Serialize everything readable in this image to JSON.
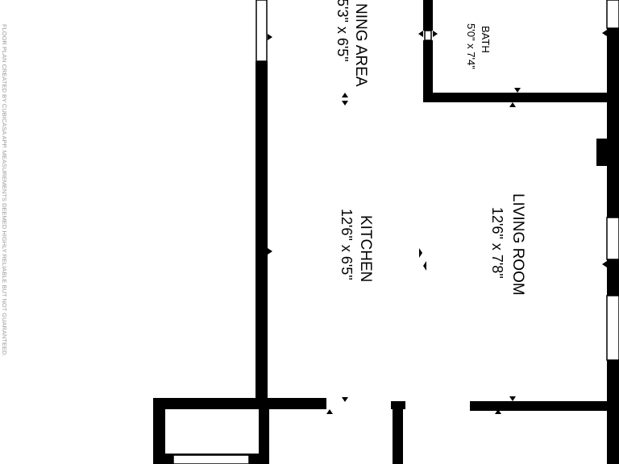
{
  "rooms": {
    "dining": {
      "name": "NING AREA",
      "dims": "5'3\" x 6'5\""
    },
    "bath": {
      "name": "BATH",
      "dims": "5'0\" x 7'4\""
    },
    "kitchen": {
      "name": "KITCHEN",
      "dims": "12'6\" x 6'5\""
    },
    "living": {
      "name": "LIVING ROOM",
      "dims": "12'6\" x 7'8\""
    }
  },
  "watermark": "FLOOR PLAN CREATED BY CUBICASA APP. MEASUREMENTS DEEMED HIGHLY RELIABLE BUT NOT GUARANTEED.",
  "colors": {
    "wall": "#000000",
    "background": "#ffffff",
    "watermark": "#9a9a9a"
  }
}
